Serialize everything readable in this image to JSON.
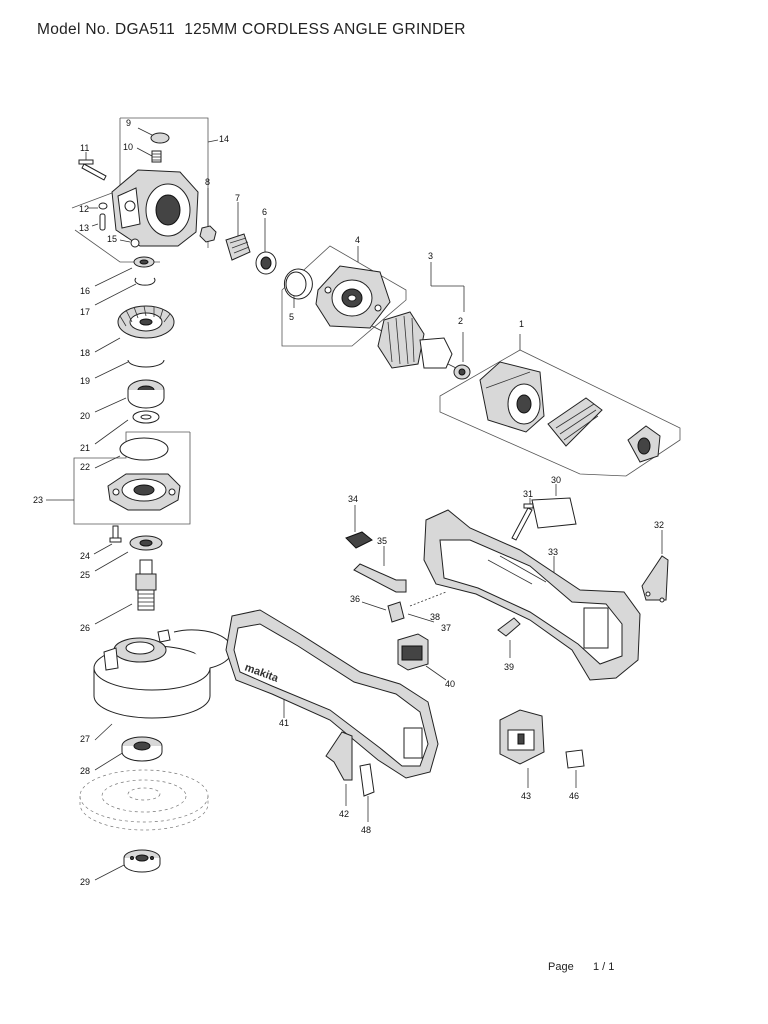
{
  "header": {
    "title": "Model No. DGA511  125MM CORDLESS ANGLE GRINDER"
  },
  "footer": {
    "page_label": "Page",
    "page_value": "1 / 1"
  },
  "callouts": {
    "p1": "1",
    "p2": "2",
    "p3": "3",
    "p4": "4",
    "p5": "5",
    "p6": "6",
    "p7": "7",
    "p8": "8",
    "p9": "9",
    "p10": "10",
    "p11": "11",
    "p12": "12",
    "p13": "13",
    "p14": "14",
    "p15": "15",
    "p16": "16",
    "p17": "17",
    "p18": "18",
    "p19": "19",
    "p20": "20",
    "p21": "21",
    "p22": "22",
    "p23": "23",
    "p24": "24",
    "p25": "25",
    "p26": "26",
    "p27": "27",
    "p28": "28",
    "p29": "29",
    "p30": "30",
    "p31": "31",
    "p32": "32",
    "p33": "33",
    "p34": "34",
    "p35": "35",
    "p36": "36",
    "p37": "37",
    "p38": "38",
    "p39": "39",
    "p40": "40",
    "p41": "41",
    "p42": "42",
    "p43": "43",
    "p46": "46",
    "p48": "48"
  },
  "logo_text": "makita"
}
